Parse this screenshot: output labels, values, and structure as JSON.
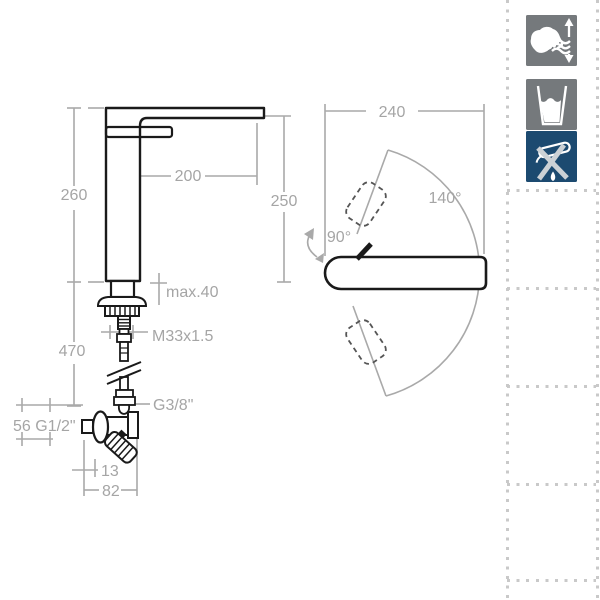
{
  "drawing": {
    "side_view": {
      "height_total": "260",
      "spout_reach": "200",
      "spout_height": "250",
      "deck_max": "max.40",
      "supply_length": "470",
      "body_thread": "M33x1.5",
      "hose_thread": "G3/8\"",
      "valve_dim": "56 G1/2\"",
      "offset_small": "13",
      "offset_large": "82"
    },
    "top_view": {
      "spout_width": "240",
      "swivel_angle": "140°",
      "handle_angle": "90°"
    }
  },
  "legend": {
    "icons": [
      {
        "name": "hand-flow-adjust-icon",
        "bg": "#75797c"
      },
      {
        "name": "glass-fill-icon",
        "bg": "#75797c"
      },
      {
        "name": "no-aggressive-cleaners-icon",
        "bg": "#1c4a70"
      }
    ]
  },
  "colors": {
    "outline": "#1a1a1a",
    "dimension": "#a9a9a9",
    "dots": "#c9c9c9",
    "tile_gray": "#75797c",
    "tile_blue": "#1c4a70"
  }
}
